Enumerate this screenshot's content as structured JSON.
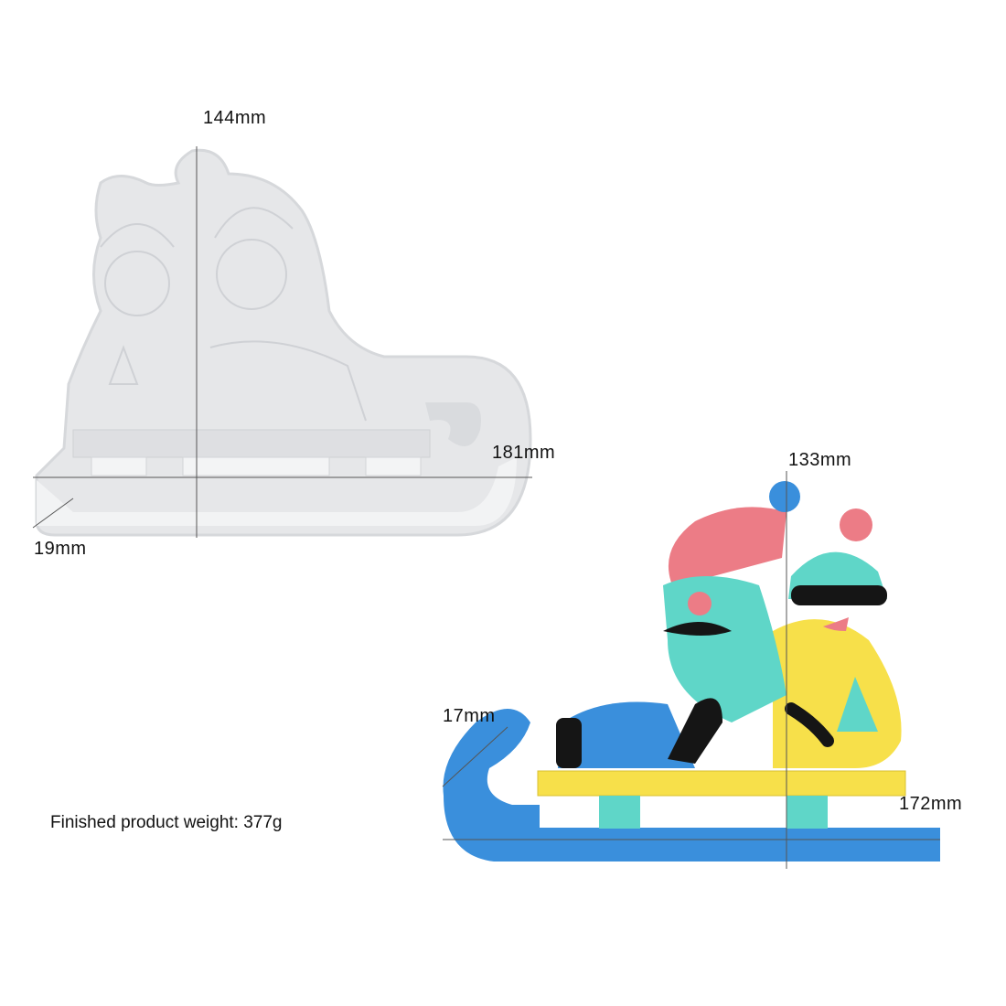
{
  "mold": {
    "height_label": "144mm",
    "width_label": "181mm",
    "depth_label": "19mm"
  },
  "product": {
    "height_label": "133mm",
    "width_label": "172mm",
    "depth_label": "17mm",
    "weight_note": "Finished product weight: 377g"
  },
  "colors": {
    "mold": "#e9eaec",
    "blue": "#3a8fdc",
    "yellow": "#f7e04a",
    "teal": "#5fd6c8",
    "pink": "#ec7c86",
    "black": "#151515"
  }
}
